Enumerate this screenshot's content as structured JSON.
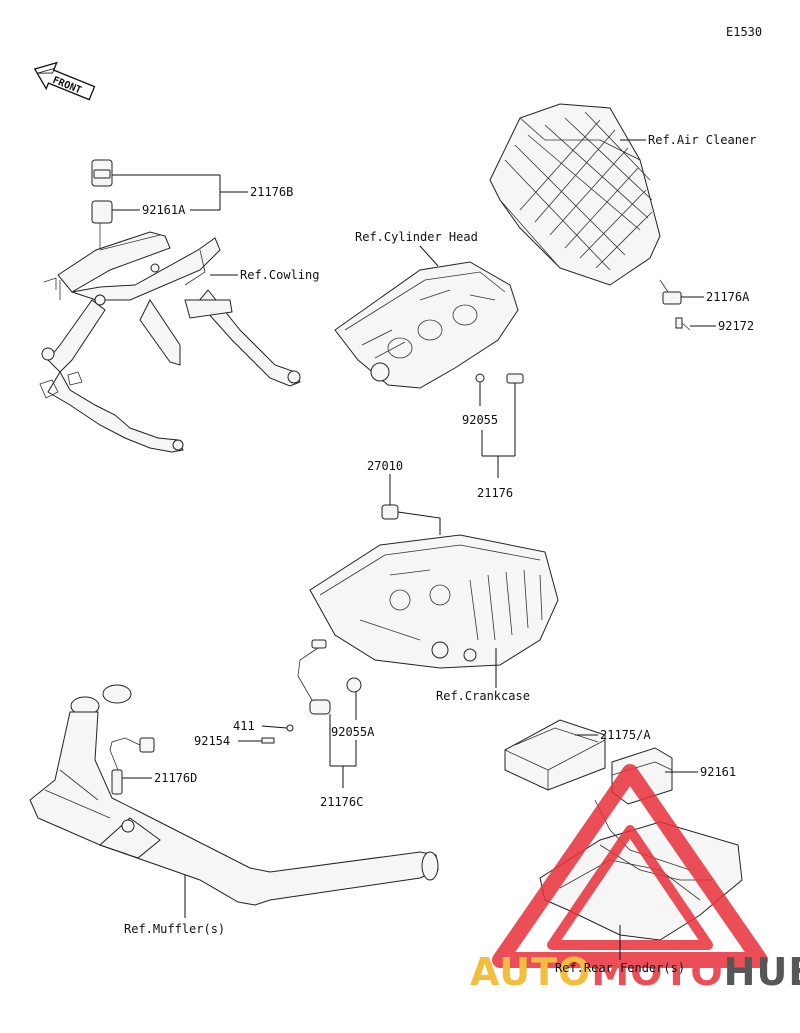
{
  "diagram_code": "E1530",
  "front_arrow_label": "FRONT",
  "labels": {
    "p21176B": "21176B",
    "p92161A": "92161A",
    "ref_cowling": "Ref.Cowling",
    "ref_air_cleaner": "Ref.Air Cleaner",
    "ref_cylinder_head": "Ref.Cylinder Head",
    "p21176A": "21176A",
    "p92172": "92172",
    "p92055": "92055",
    "p21176": "21176",
    "p27010": "27010",
    "ref_crankcase": "Ref.Crankcase",
    "p411": "411",
    "p92154": "92154",
    "p92055A": "92055A",
    "p21176C": "21176C",
    "p21176D": "21176D",
    "p21175A": "21175/A",
    "p92161": "92161",
    "ref_mufflers": "Ref.Muffler(s)",
    "ref_rear_fender": "Ref.Rear Fender(s)"
  },
  "watermark": {
    "part1": "AUTO",
    "part2": "MOTO",
    "part3": "HUB",
    "accent": "#e8303a",
    "gold": "#f2b21c",
    "dark": "#3a3a3a"
  }
}
